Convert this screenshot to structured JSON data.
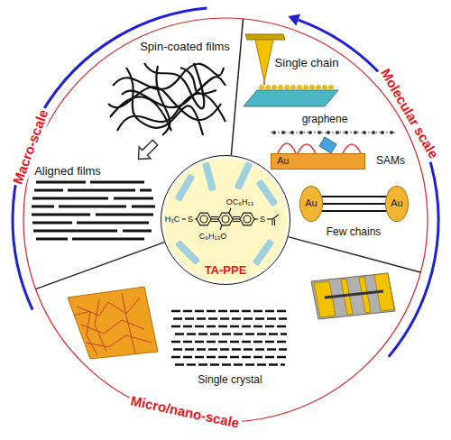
{
  "diagram": {
    "nodes": [
      {
        "text": [
          "TA-PPE"
        ]
      },
      {
        "text": [
          "Au"
        ]
      },
      {
        "text": [
          "Au"
        ]
      },
      {
        "text": [
          "Au"
        ]
      }
    ],
    "edges": [
      {
        "from": 2,
        "to": 3,
        "arrow": "none"
      },
      {
        "from": 2,
        "to": 3,
        "arrow": "none"
      },
      {
        "from": 2,
        "to": 3,
        "arrow": "none"
      }
    ],
    "labels": [
      "Macro-scale",
      "Spin-coated films",
      "Aligned films",
      "Molecular scale",
      "Single chain",
      "graphene",
      "SAMs",
      "Few chains",
      "Micro/nano-scale",
      "Single crystal",
      "H₃C",
      "S",
      "OC₆H₁₃",
      "C₆H₁₃O",
      "S"
    ]
  }
}
